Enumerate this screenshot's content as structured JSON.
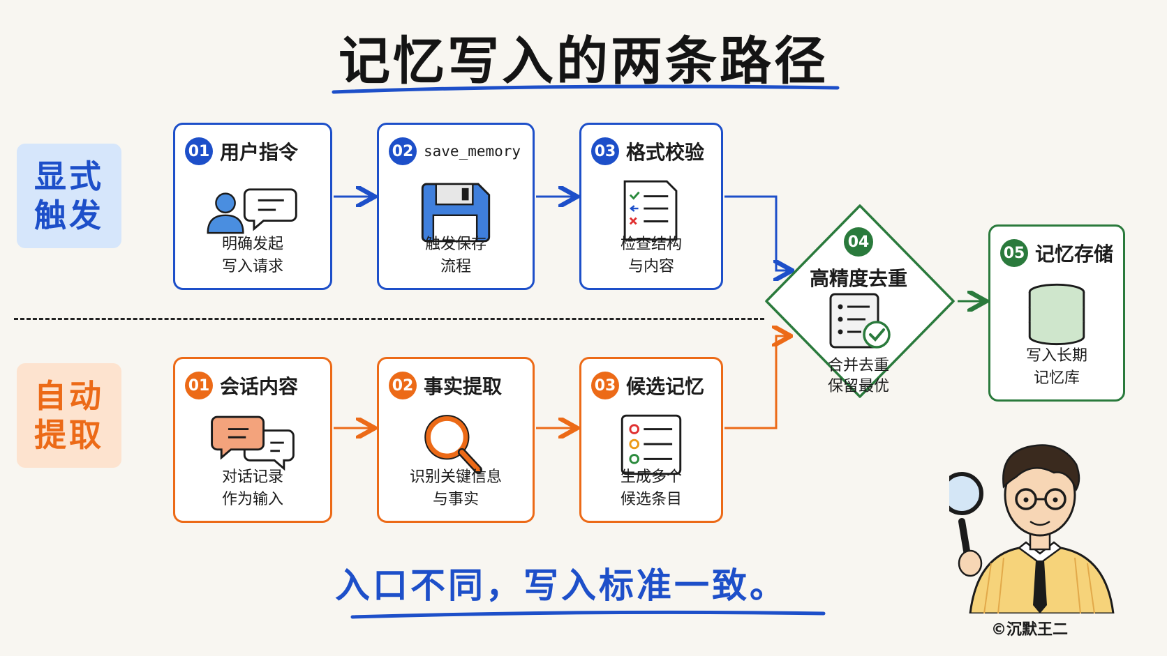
{
  "title": "记忆写入的两条路径",
  "sections": {
    "explicit": {
      "label_line1": "显式",
      "label_line2": "触发"
    },
    "auto": {
      "label_line1": "自动",
      "label_line2": "提取"
    }
  },
  "explicit_steps": [
    {
      "num": "01",
      "title": "用户指令",
      "desc_line1": "明确发起",
      "desc_line2": "写入请求",
      "icon": "user-chat-icon"
    },
    {
      "num": "02",
      "title": "save_memory",
      "desc_line1": "触发保存",
      "desc_line2": "流程",
      "icon": "floppy-disk-icon"
    },
    {
      "num": "03",
      "title": "格式校验",
      "desc_line1": "检查结构",
      "desc_line2": "与内容",
      "icon": "checklist-icon"
    }
  ],
  "auto_steps": [
    {
      "num": "01",
      "title": "会话内容",
      "desc_line1": "对话记录",
      "desc_line2": "作为输入",
      "icon": "chat-bubbles-icon"
    },
    {
      "num": "02",
      "title": "事实提取",
      "desc_line1": "识别关键信息",
      "desc_line2": "与事实",
      "icon": "magnifier-icon"
    },
    {
      "num": "03",
      "title": "候选记忆",
      "desc_line1": "生成多个",
      "desc_line2": "候选条目",
      "icon": "list-icon"
    }
  ],
  "dedup": {
    "num": "04",
    "title": "高精度去重",
    "desc_line1": "合并去重",
    "desc_line2": "保留最优",
    "icon": "document-check-icon"
  },
  "storage": {
    "num": "05",
    "title": "记忆存储",
    "desc_line1": "写入长期",
    "desc_line2": "记忆库",
    "icon": "database-icon"
  },
  "slogan": "入口不同，写入标准一致。",
  "copyright": "©沉默王二",
  "colors": {
    "blue": "#1d4fc9",
    "orange": "#ec6a17",
    "green": "#2a7a3c"
  }
}
